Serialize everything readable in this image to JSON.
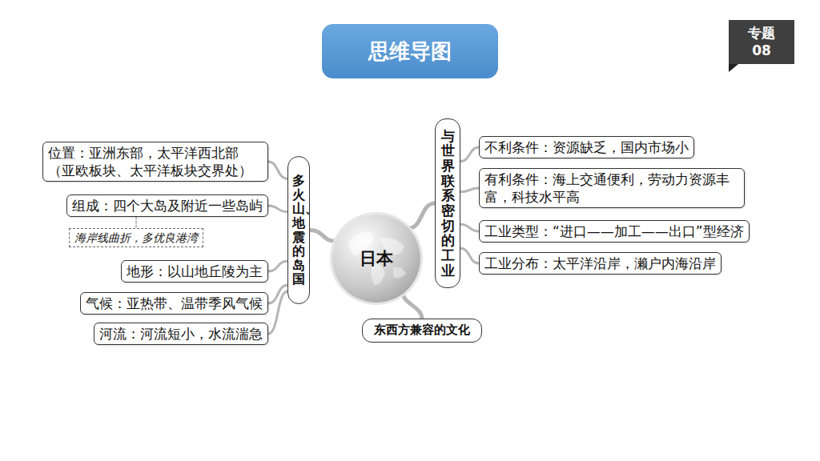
{
  "diagram": {
    "title": "思维导图",
    "nodes": [
      {
        "text": [
          "专题 08"
        ]
      },
      {
        "text": [
          "日本"
        ]
      },
      {
        "text": [
          "多火山、地震的岛国"
        ]
      },
      {
        "text": [
          "位置：亚洲东部，太平洋西北部 （亚欧板块、太平洋板块交界处）"
        ]
      },
      {
        "text": [
          "组成：四个大岛及附近一些岛屿"
        ]
      },
      {
        "text": [
          "海岸线曲折，多优良港湾"
        ]
      },
      {
        "text": [
          "地形：以山地丘陵为主"
        ]
      },
      {
        "text": [
          "气候：亚热带、温带季风气候"
        ]
      },
      {
        "text": [
          "河流：河流短小，水流湍急"
        ]
      },
      {
        "text": [
          "与世界联系密切的工业"
        ]
      },
      {
        "text": [
          "不利条件：资源缺乏，国内市场小"
        ]
      },
      {
        "text": [
          "有利条件：海上交通便利，劳动力资源丰富，科技水平高"
        ]
      },
      {
        "text": [
          "工业类型：“进口——加工——出口”型经济"
        ]
      },
      {
        "text": [
          "工业分布：太平洋沿岸，濑户内海沿岸"
        ]
      },
      {
        "text": [
          "东西方兼容的文化"
        ]
      }
    ],
    "edges": [
      {
        "from": 1,
        "to": 2,
        "arrow": "none"
      },
      {
        "from": 2,
        "to": 3,
        "arrow": "none"
      },
      {
        "from": 2,
        "to": 4,
        "arrow": "none"
      },
      {
        "from": 4,
        "to": 5,
        "arrow": "none"
      },
      {
        "from": 2,
        "to": 6,
        "arrow": "none"
      },
      {
        "from": 2,
        "to": 7,
        "arrow": "none"
      },
      {
        "from": 2,
        "to": 8,
        "arrow": "none"
      },
      {
        "from": 1,
        "to": 9,
        "arrow": "none"
      },
      {
        "from": 9,
        "to": 10,
        "arrow": "none"
      },
      {
        "from": 9,
        "to": 11,
        "arrow": "none"
      },
      {
        "from": 9,
        "to": 12,
        "arrow": "none"
      },
      {
        "from": 9,
        "to": 13,
        "arrow": "none"
      },
      {
        "from": 1,
        "to": 14,
        "arrow": "none"
      }
    ]
  }
}
